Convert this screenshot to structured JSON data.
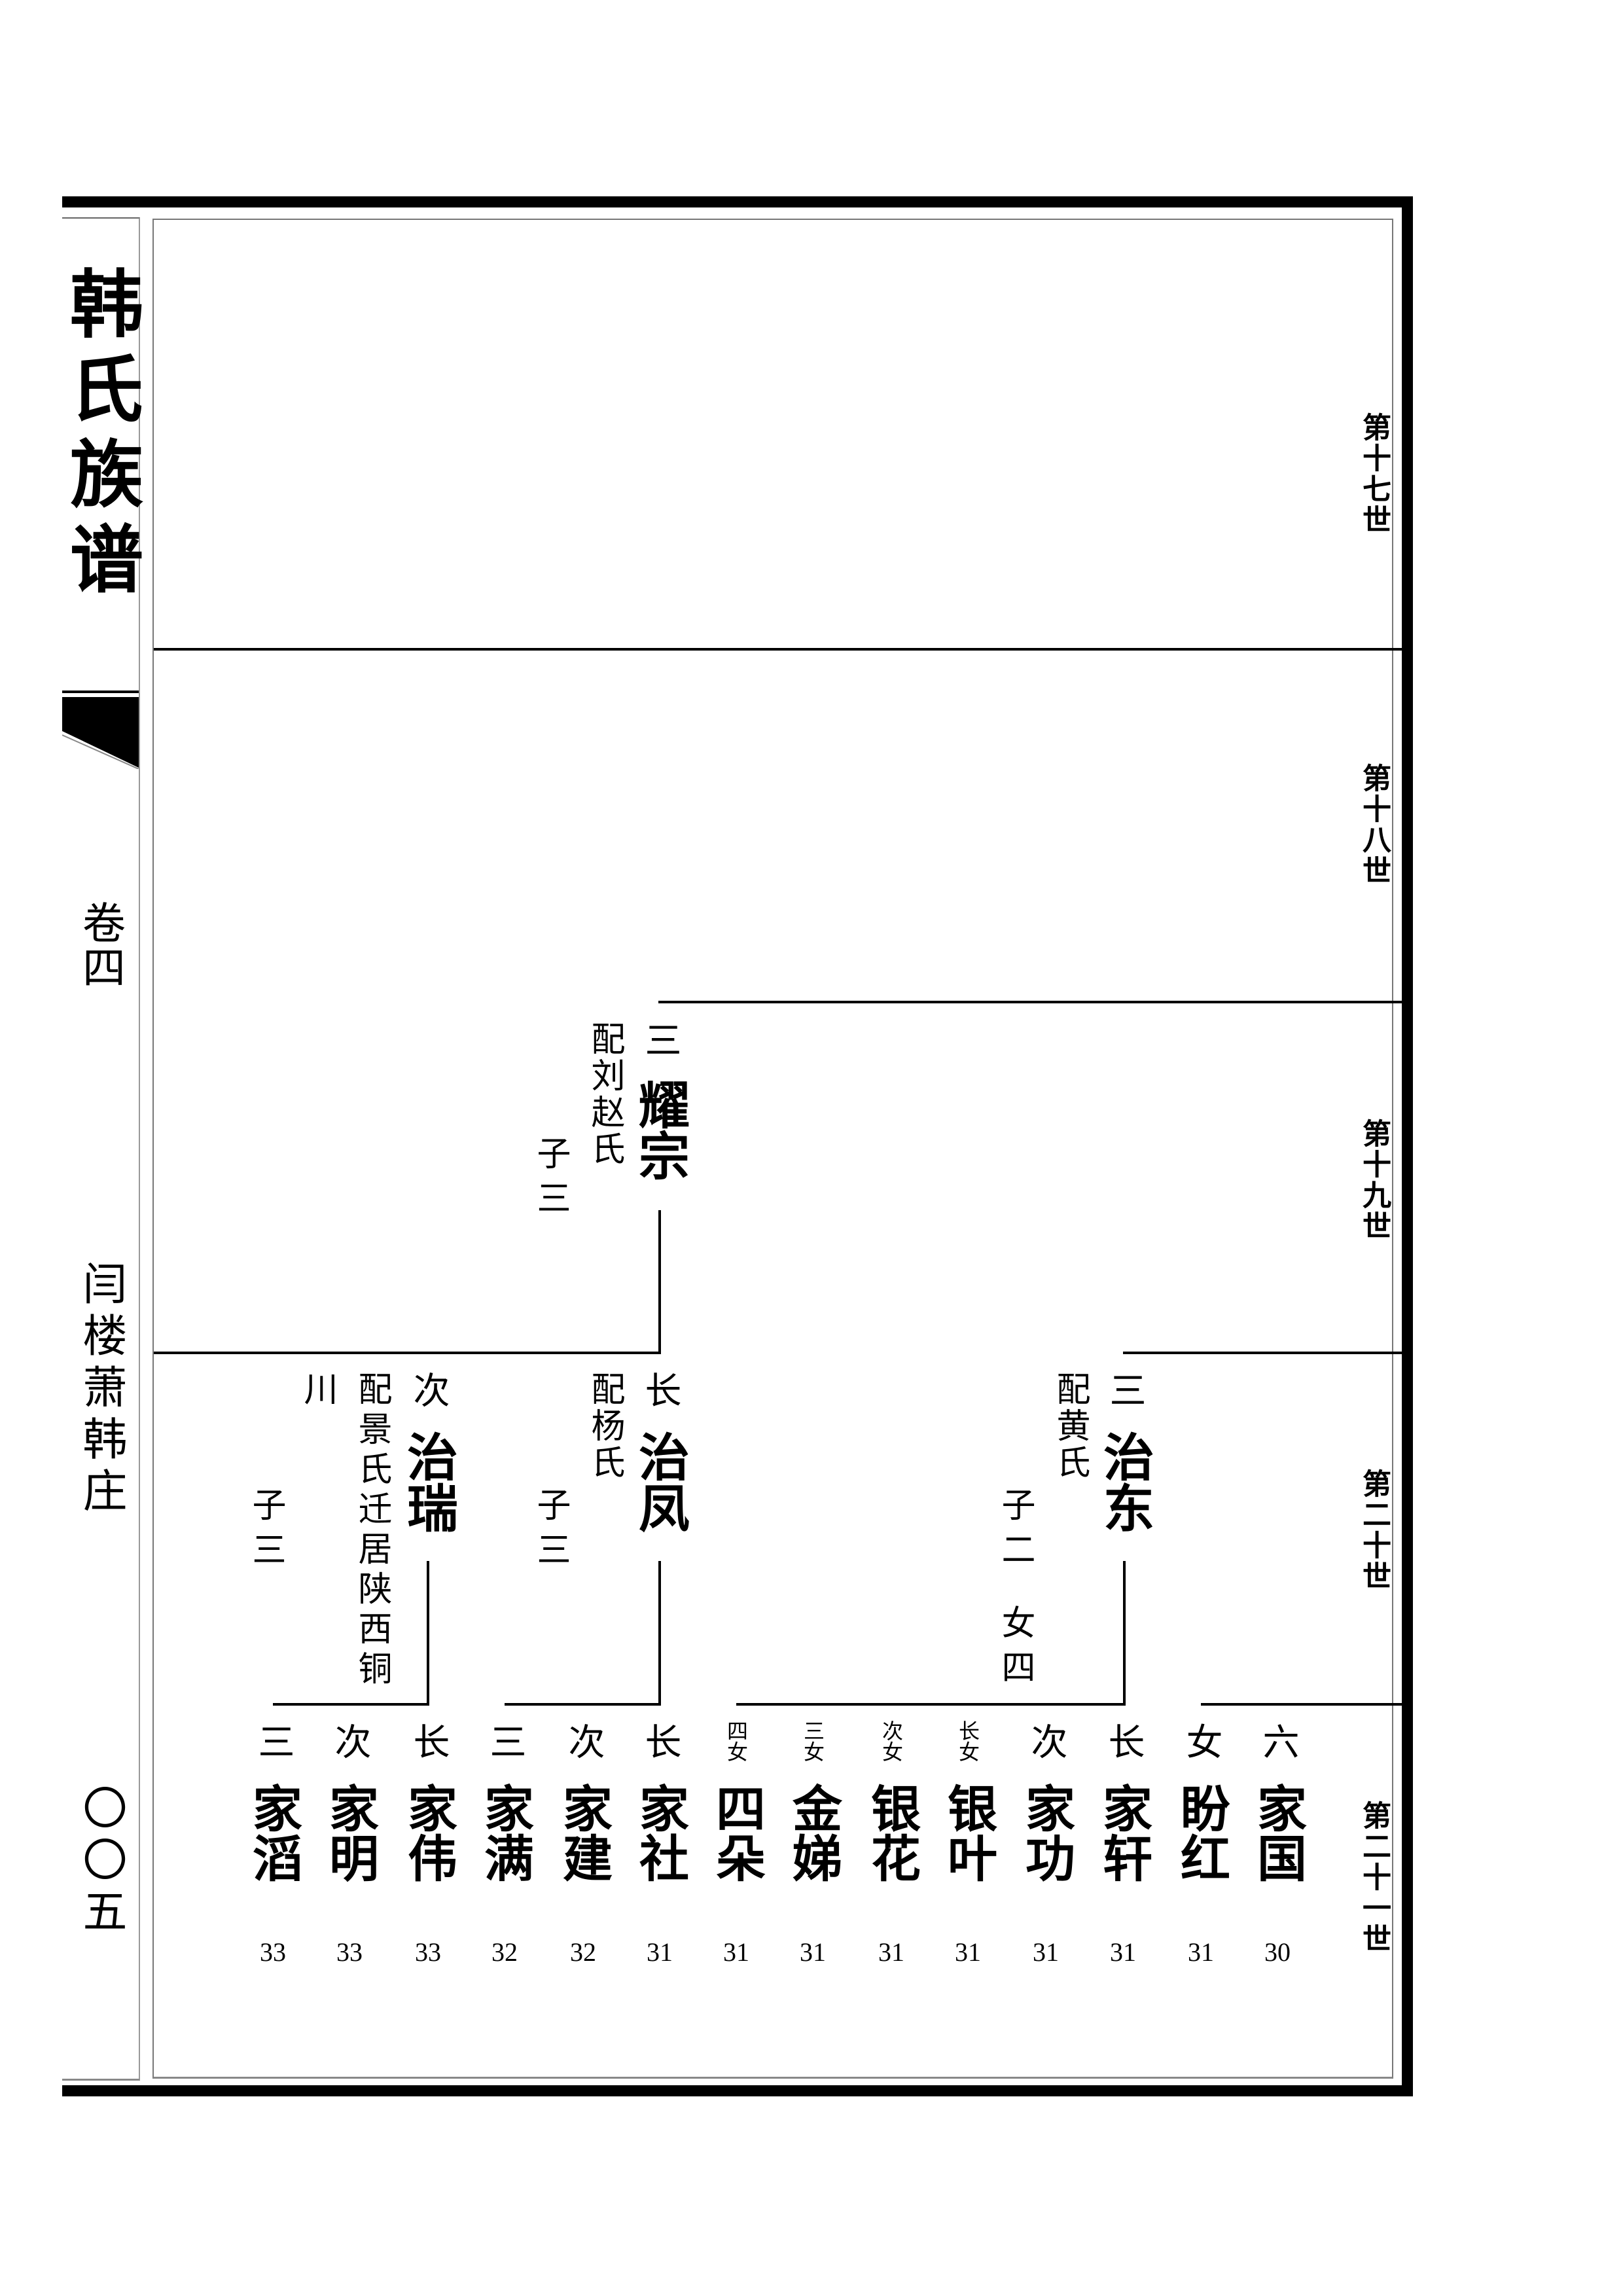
{
  "spine": {
    "title": "韩氏族谱",
    "volume": "卷四",
    "place": "闫楼萧韩庄",
    "page_number": "〇〇五"
  },
  "generations": [
    "第十七世",
    "第十八世",
    "第十九世",
    "第二十世",
    "第二十一世"
  ],
  "gen19": {
    "yaozong": {
      "rank": "三",
      "name": "耀宗",
      "spouse": "配刘赵氏",
      "children": "子三"
    }
  },
  "gen20": {
    "zhifeng": {
      "rank": "长",
      "name": "治凤",
      "spouse": "配杨氏",
      "children": "子三"
    },
    "zhirui": {
      "rank": "次",
      "name": "治瑞",
      "spouse": "配景氏迁居陕西铜",
      "spouse_cont": "川",
      "children": "子三"
    },
    "zhidong": {
      "rank": "三",
      "name": "治东",
      "spouse": "配黄氏",
      "children": "子二",
      "daughters": "女四"
    }
  },
  "gen21": [
    {
      "rank": "六",
      "name": "家国",
      "page": "30"
    },
    {
      "rank": "女",
      "name": "盼红",
      "page": "31"
    },
    {
      "rank": "长",
      "name": "家轩",
      "page": "31"
    },
    {
      "rank": "次",
      "name": "家功",
      "page": "31"
    },
    {
      "rank": "长女",
      "name": "银叶",
      "page": "31"
    },
    {
      "rank": "次女",
      "name": "银花",
      "page": "31"
    },
    {
      "rank": "三女",
      "name": "金娣",
      "page": "31"
    },
    {
      "rank": "四女",
      "name": "四朵",
      "page": "31"
    },
    {
      "rank": "长",
      "name": "家社",
      "page": "31"
    },
    {
      "rank": "次",
      "name": "家建",
      "page": "32"
    },
    {
      "rank": "三",
      "name": "家满",
      "page": "32"
    },
    {
      "rank": "长",
      "name": "家伟",
      "page": "33"
    },
    {
      "rank": "次",
      "name": "家明",
      "page": "33"
    },
    {
      "rank": "三",
      "name": "家滔",
      "page": "33"
    }
  ]
}
